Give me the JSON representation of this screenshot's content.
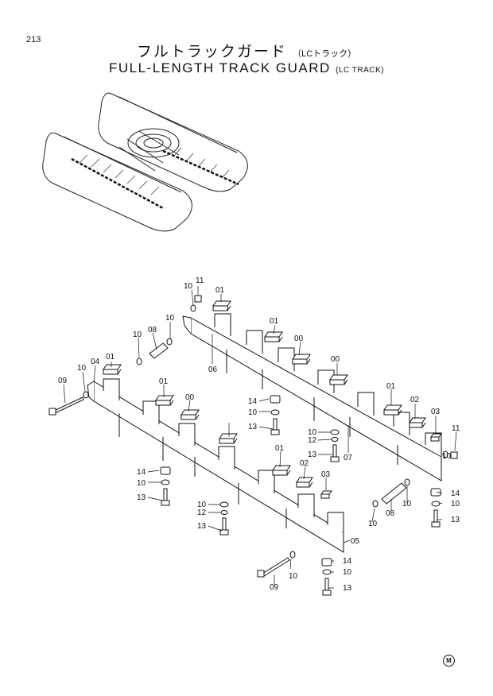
{
  "page": {
    "number": "213",
    "title_jp": "フルトラックガード",
    "title_jp_sub": "（LCトラック）",
    "title_en": "FULL-LENGTH TRACK GUARD",
    "title_en_sub": "(LC TRACK)",
    "corner_mark": "M"
  },
  "labels": [
    "11",
    "10",
    "01",
    "10",
    "08",
    "10",
    "01",
    "00",
    "06",
    "01",
    "10",
    "04",
    "09",
    "00",
    "14",
    "10",
    "13",
    "10",
    "12",
    "13",
    "07",
    "01",
    "02",
    "03",
    "11",
    "10",
    "01",
    "00",
    "14",
    "10",
    "13",
    "10",
    "12",
    "13",
    "01",
    "02",
    "03",
    "14",
    "10",
    "13",
    "10",
    "08",
    "10",
    "05",
    "09",
    "10",
    "14",
    "10",
    "13"
  ]
}
